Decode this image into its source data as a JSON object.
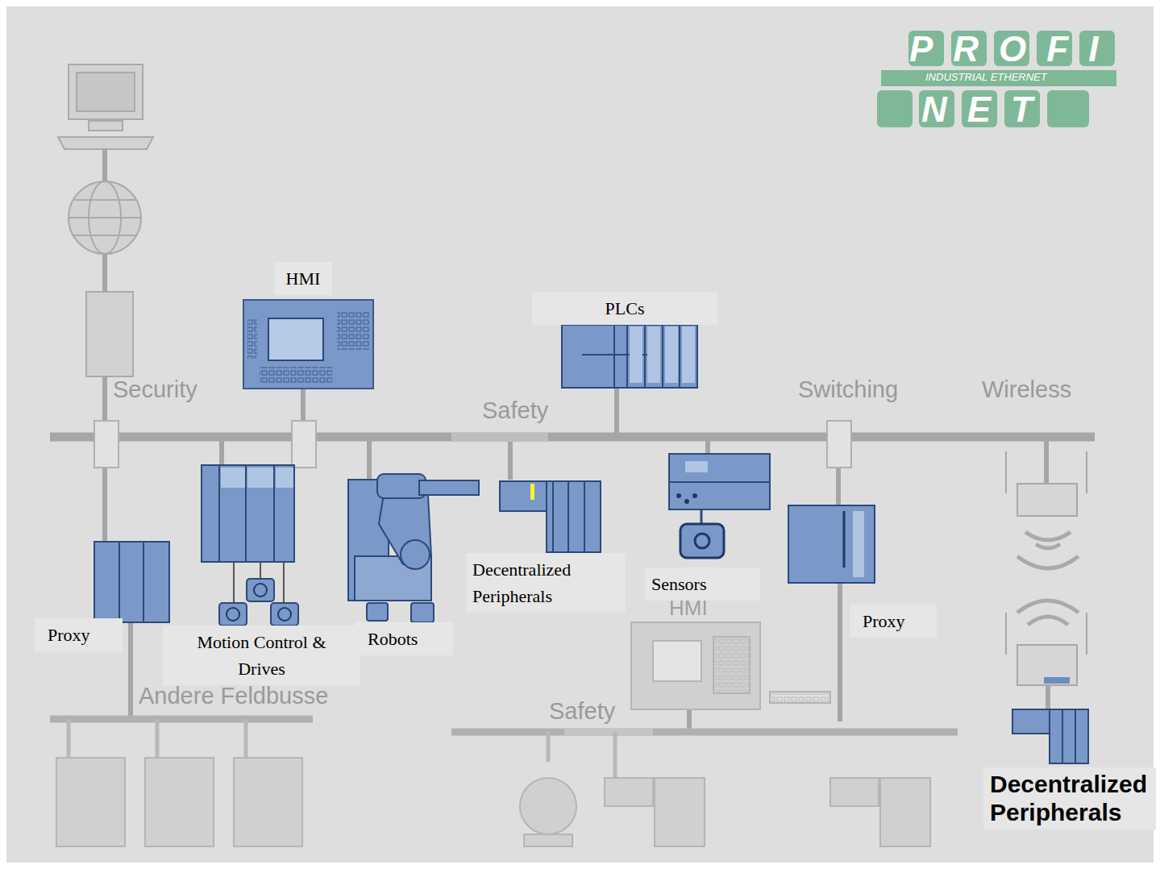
{
  "diagram": {
    "nodes": [
      {
        "text": [
          "HMI"
        ]
      },
      {
        "text": [
          "PLCs"
        ]
      },
      {
        "text": [
          "Decentralized Peripherals"
        ]
      },
      {
        "text": [
          "Sensors"
        ]
      },
      {
        "text": [
          "Proxy"
        ]
      },
      {
        "text": [
          "Motion Control & Drives"
        ]
      },
      {
        "text": [
          "Robots"
        ]
      },
      {
        "text": [
          "Proxy"
        ]
      },
      {
        "text": [
          "Decentralized Peripherals"
        ]
      }
    ],
    "labels": [
      "PROFI",
      "INDUSTRIAL ETHERNET",
      "NET",
      "Security",
      "Safety",
      "Switching",
      "Wireless",
      "HMI",
      "Andere Feldbusse",
      "Safety"
    ]
  }
}
